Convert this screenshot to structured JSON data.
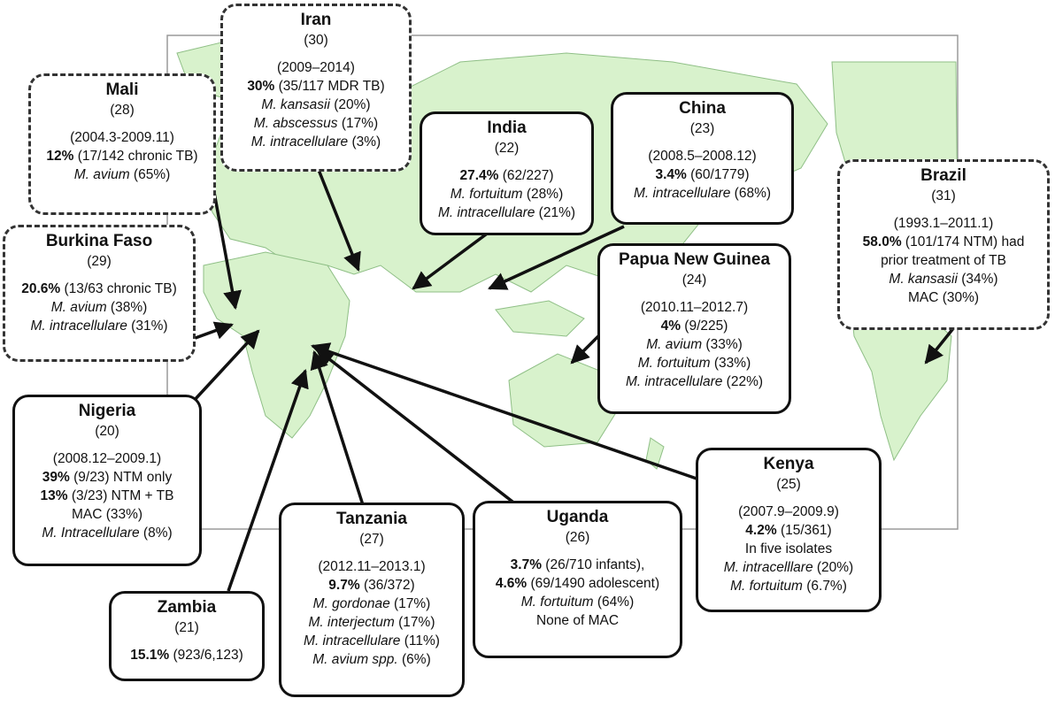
{
  "countries": {
    "iran": {
      "name": "Iran",
      "ref": "(30)",
      "lines": [
        [
          "",
          "(2009–2014)"
        ],
        [
          "30%",
          " (35/117 MDR TB)"
        ],
        [
          "#M. kansasii",
          " (20%)"
        ],
        [
          "#M. abscessus",
          " (17%)"
        ],
        [
          "#M. intracellulare",
          " (3%)"
        ]
      ]
    },
    "mali": {
      "name": "Mali",
      "ref": "(28)",
      "lines": [
        [
          "",
          "(2004.3-2009.11)"
        ],
        [
          "12%",
          " (17/142 chronic TB)"
        ],
        [
          "#M. avium",
          " (65%)"
        ]
      ]
    },
    "india": {
      "name": "India",
      "ref": "(22)",
      "lines": [
        [
          "27.4%",
          " (62/227)"
        ],
        [
          "#M. fortuitum",
          " (28%)"
        ],
        [
          "#M. intracellulare",
          " (21%)"
        ]
      ]
    },
    "china": {
      "name": "China",
      "ref": "(23)",
      "lines": [
        [
          "",
          "(2008.5–2008.12)"
        ],
        [
          "3.4%",
          " (60/1779)"
        ],
        [
          "#M. intracellulare",
          " (68%)"
        ]
      ]
    },
    "brazil": {
      "name": "Brazil",
      "ref": "(31)",
      "lines": [
        [
          "",
          "(1993.1–2011.1)"
        ],
        [
          "58.0%",
          " (101/174 NTM) had"
        ],
        [
          "",
          "prior treatment of TB"
        ],
        [
          "#M. kansasii",
          " (34%)"
        ],
        [
          "",
          "MAC (30%)"
        ]
      ]
    },
    "burkina": {
      "name": "Burkina Faso",
      "ref": "(29)",
      "lines": [
        [
          "20.6%",
          " (13/63 chronic TB)"
        ],
        [
          "#M. avium",
          " (38%)"
        ],
        [
          "#M. intracellulare",
          " (31%)"
        ]
      ]
    },
    "png": {
      "name": "Papua New Guinea",
      "ref": "(24)",
      "lines": [
        [
          "",
          "(2010.11–2012.7)"
        ],
        [
          "4%",
          " (9/225)"
        ],
        [
          "#M. avium",
          " (33%)"
        ],
        [
          "#M. fortuitum",
          " (33%)"
        ],
        [
          "#M. intracellulare",
          " (22%)"
        ]
      ]
    },
    "nigeria": {
      "name": "Nigeria",
      "ref": "(20)",
      "lines": [
        [
          "",
          "(2008.12–2009.1)"
        ],
        [
          "39%",
          " (9/23) NTM only"
        ],
        [
          "13%",
          " (3/23) NTM + TB"
        ],
        [
          "",
          "MAC  (33%)"
        ],
        [
          "#M. Intracellulare",
          " (8%)"
        ]
      ]
    },
    "kenya": {
      "name": "Kenya",
      "ref": "(25)",
      "lines": [
        [
          "",
          "(2007.9–2009.9)"
        ],
        [
          "4.2%",
          " (15/361)"
        ],
        [
          "",
          "In five isolates"
        ],
        [
          "#M. intracelllare",
          " (20%)"
        ],
        [
          "#M. fortuitum",
          " (6.7%)"
        ]
      ]
    },
    "tanzania": {
      "name": "Tanzania",
      "ref": "(27)",
      "lines": [
        [
          "",
          "(2012.11–2013.1)"
        ],
        [
          "9.7%",
          " (36/372)"
        ],
        [
          "#M. gordonae",
          " (17%)"
        ],
        [
          "#M. interjectum",
          " (17%)"
        ],
        [
          "#M. intracellulare",
          " (11%)"
        ],
        [
          "#M. avium spp.",
          " (6%)"
        ]
      ]
    },
    "uganda": {
      "name": "Uganda",
      "ref": "(26)",
      "lines": [
        [
          "3.7%",
          " (26/710 infants),"
        ],
        [
          "4.6%",
          " (69/1490 adolescent)"
        ],
        [
          "#M. fortuitum",
          " (64%)"
        ],
        [
          "",
          "None of MAC"
        ]
      ]
    },
    "zambia": {
      "name": "Zambia",
      "ref": "(21)",
      "lines": [
        [
          "15.1%",
          " (923/6,123)"
        ]
      ]
    }
  },
  "colors": {
    "land": "#d8f2cc",
    "land_stroke": "#8fbf86",
    "frame": "#9a9a9a",
    "arrow": "#111111"
  }
}
